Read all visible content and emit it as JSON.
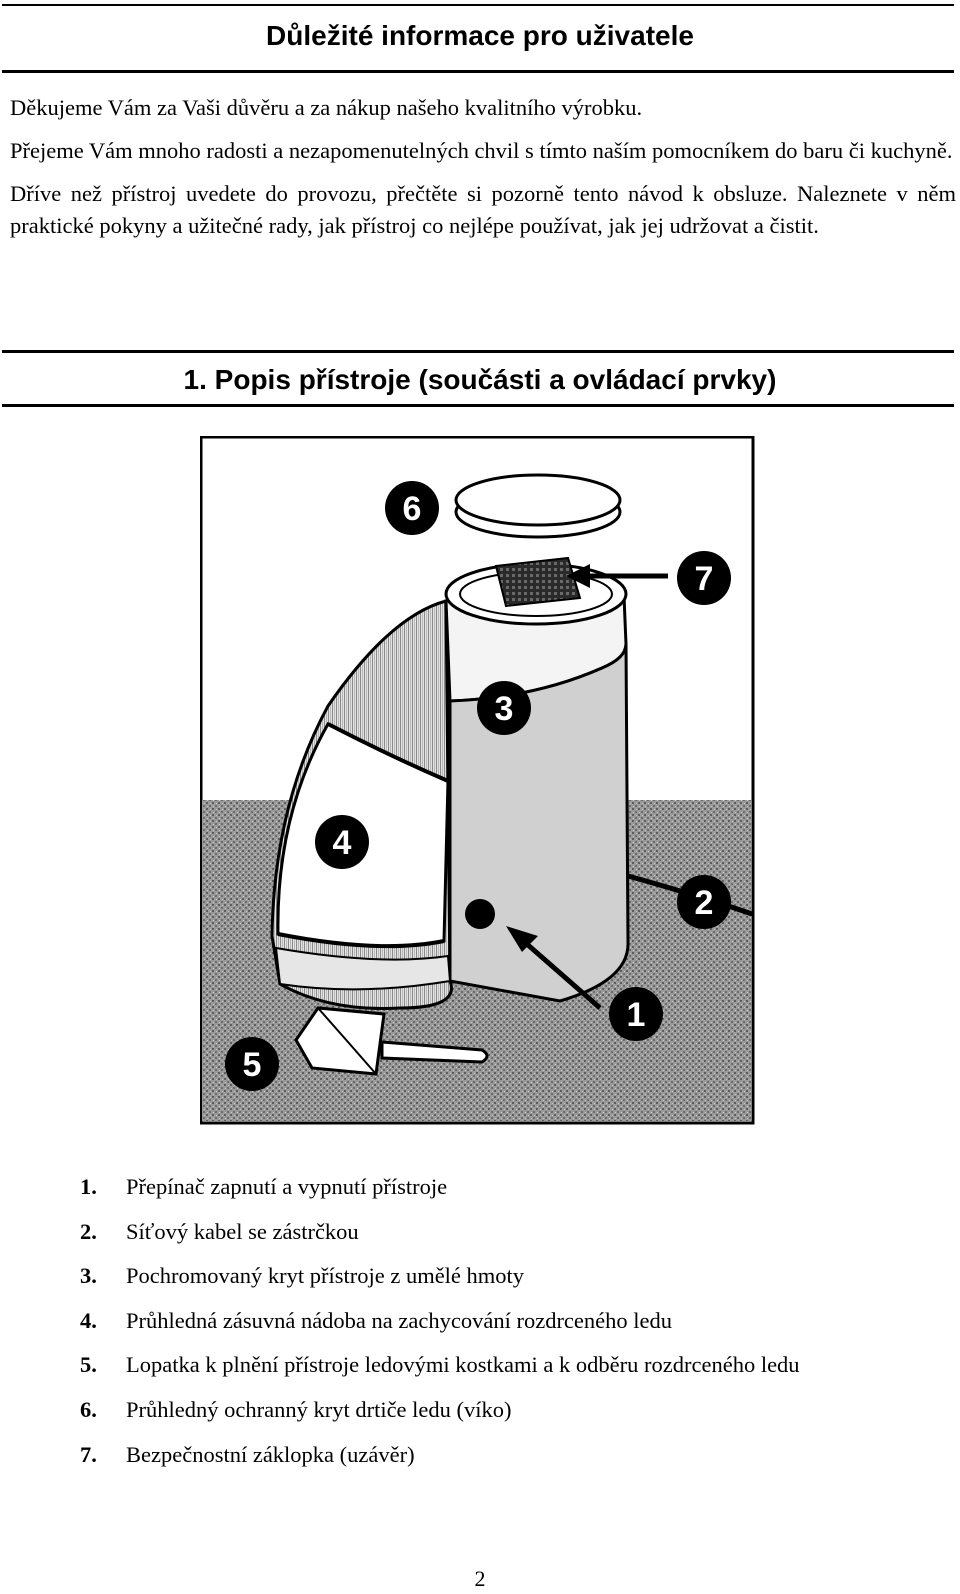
{
  "title": "Důležité informace pro uživatele",
  "intro": {
    "p1": "Děkujeme Vám za Vaši důvěru a za nákup našeho kvalitního výrobku.",
    "p2": "Přejeme Vám mnoho radosti a nezapomenutelných chvil s tímto naším pomocníkem do baru či kuchyně.",
    "p3": "Dříve než přístroj uvedete do provozu, přečtěte si pozorně tento návod k obsluze. Naleznete v něm praktické pokyny a užitečné rady, jak přístroj co nejlépe používat, jak jej udržovat a čistit."
  },
  "section": {
    "title": "1. Popis přístroje (součásti a ovládací prvky)"
  },
  "figure": {
    "callouts": [
      "1",
      "2",
      "3",
      "4",
      "5",
      "6",
      "7"
    ]
  },
  "parts": [
    {
      "num": "1.",
      "text": "Přepínač zapnutí a vypnutí přístroje"
    },
    {
      "num": "2.",
      "text": "Síťový kabel se zástrčkou"
    },
    {
      "num": "3.",
      "text": "Pochromovaný kryt přístroje z umělé hmoty"
    },
    {
      "num": "4.",
      "text": "Průhledná zásuvná nádoba na zachycování rozdrceného ledu"
    },
    {
      "num": "5.",
      "text": "Lopatka k plnění přístroje ledovými kostkami a k odběru rozdrceného ledu"
    },
    {
      "num": "6.",
      "text": "Průhledný ochranný kryt drtiče ledu (víko)"
    },
    {
      "num": "7.",
      "text": "Bezpečnostní záklopka (uzávěr)"
    }
  ],
  "page_number": "2"
}
